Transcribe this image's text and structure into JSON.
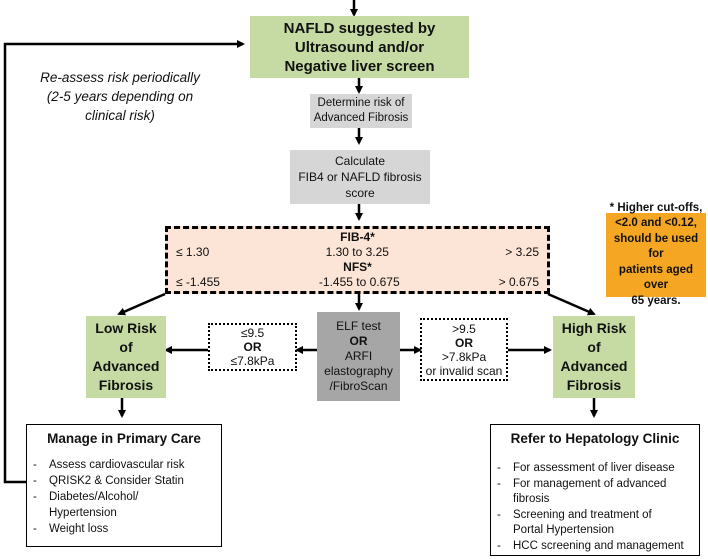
{
  "nafld": [
    "NAFLD suggested by",
    "Ultrasound and/or",
    "Negative liver screen"
  ],
  "reassess": [
    "Re-assess risk periodically",
    "(2-5 years depending on",
    "clinical risk)"
  ],
  "determine": [
    "Determine risk of",
    "Advanced Fibrosis"
  ],
  "calculate": [
    "Calculate",
    "FIB4 or NAFLD fibrosis",
    "score"
  ],
  "thresholds": {
    "fib4_title": "FIB-4*",
    "fib4": [
      "≤ 1.30",
      "1.30 to 3.25",
      "> 3.25"
    ],
    "nfs_title": "NFS*",
    "nfs": [
      "≤ -1.455",
      "-1.455 to 0.675",
      "> 0.675"
    ]
  },
  "note": [
    "* Higher cut-offs,",
    "<2.0 and <0.12,",
    "should be used for",
    "patients aged over",
    "65 years."
  ],
  "low_risk": [
    "Low Risk",
    "of",
    "Advanced",
    "Fibrosis"
  ],
  "high_risk": [
    "High Risk",
    "of",
    "Advanced",
    "Fibrosis"
  ],
  "left_crit": [
    "≤9.5",
    "OR",
    "≤7.8kPa"
  ],
  "right_crit": [
    ">9.5",
    "OR",
    ">7.8kPa",
    "or invalid scan"
  ],
  "elf": [
    "ELF test",
    "OR",
    "ARFI",
    "elastography",
    "/FibroScan"
  ],
  "primary": {
    "title": "Manage in Primary Care",
    "items": [
      "Assess cardiovascular risk",
      "QRISK2 & Consider Statin",
      "Diabetes/Alcohol/",
      "Hypertension",
      "Weight loss"
    ]
  },
  "hepatology": {
    "title": "Refer to Hepatology Clinic",
    "items": [
      "For assessment of liver disease",
      "For management of advanced",
      "fibrosis",
      "Screening and treatment of",
      "Portal Hypertension",
      "HCC screening and management"
    ]
  },
  "colors": {
    "green": "#c6dba3",
    "grey": "#d6d6d6",
    "dark_grey": "#a6a6a6",
    "peach": "#fce4d6",
    "orange": "#f5a623"
  }
}
